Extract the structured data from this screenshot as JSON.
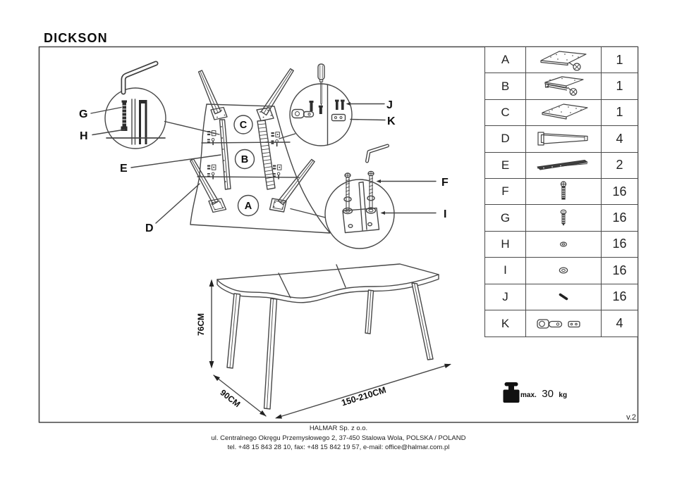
{
  "title": "DICKSON",
  "version": "v.2",
  "diagram": {
    "section_labels": {
      "top": "C",
      "middle": "B",
      "bottom": "A"
    },
    "callouts": {
      "g": "G",
      "h": "H",
      "e": "E",
      "d": "D",
      "j": "J",
      "k": "K",
      "f": "F",
      "i": "I"
    },
    "dimensions": {
      "height": "76CM",
      "depth": "90CM",
      "length": "150-210CM"
    },
    "weight_limit": {
      "prefix": "max.",
      "value": "30",
      "unit": "kg"
    }
  },
  "parts_table": {
    "rows": [
      {
        "letter": "A",
        "qty": "1",
        "icon": "tabletop-wavy-panel-icon"
      },
      {
        "letter": "B",
        "qty": "1",
        "icon": "extension-panel-icon"
      },
      {
        "letter": "C",
        "qty": "1",
        "icon": "flat-panel-icon"
      },
      {
        "letter": "D",
        "qty": "4",
        "icon": "table-leg-icon"
      },
      {
        "letter": "E",
        "qty": "2",
        "icon": "mounting-rail-icon"
      },
      {
        "letter": "F",
        "qty": "16",
        "icon": "bolt-icon"
      },
      {
        "letter": "G",
        "qty": "16",
        "icon": "screw-icon"
      },
      {
        "letter": "H",
        "qty": "16",
        "icon": "washer-small-icon"
      },
      {
        "letter": "I",
        "qty": "16",
        "icon": "washer-large-icon"
      },
      {
        "letter": "J",
        "qty": "16",
        "icon": "dowel-pin-icon"
      },
      {
        "letter": "K",
        "qty": "4",
        "icon": "bracket-set-icon"
      }
    ]
  },
  "footer": {
    "company": "HALMAR Sp. z o.o.",
    "address": "ul. Centralnego Okręgu Przemysłowego 2, 37-450 Stalowa Wola, POLSKA / POLAND",
    "contact": "tel. +48 15 843 28 10, fax: +48 15 842 19 57, e-mail: office@halmar.com.pl"
  }
}
